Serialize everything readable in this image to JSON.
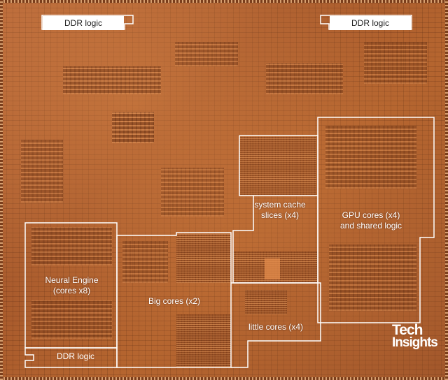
{
  "labels": {
    "ddr_top_left": "DDR logic",
    "ddr_top_right": "DDR logic",
    "ddr_bottom": "DDR logic",
    "system_cache": "system cache\nslices (x4)",
    "gpu": "GPU cores (x4)\nand shared logic",
    "neural_engine": "Neural Engine\n(cores x8)",
    "big_cores": "Big cores (x2)",
    "little_cores": "little cores (x4)"
  },
  "logo": {
    "line1": "Tech",
    "line2": "Insights"
  },
  "colors": {
    "die": "#b0602f",
    "outline": "#ffffff"
  }
}
